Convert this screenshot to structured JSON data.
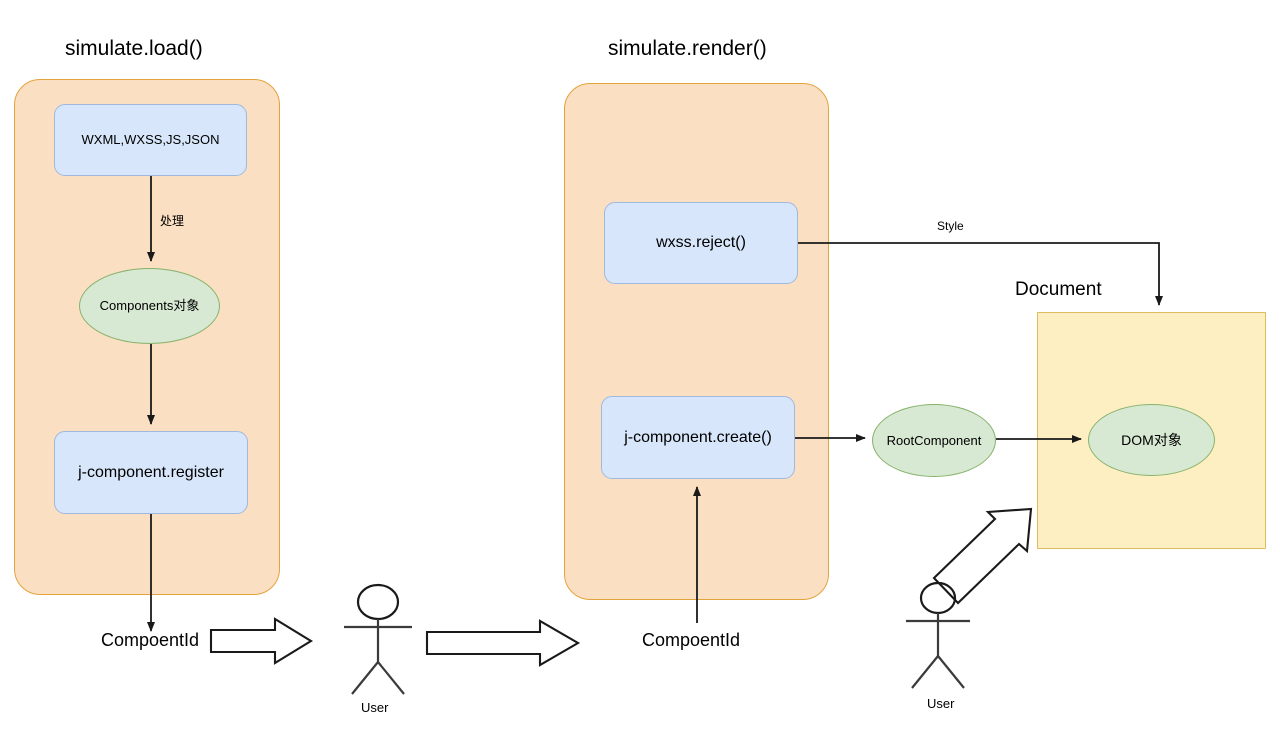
{
  "diagram": {
    "title_left": "simulate.load()",
    "title_right": "simulate.render()",
    "document_label": "Document",
    "style_label": "Style",
    "process_label": "处理",
    "left_panel": {
      "source_box": "WXML,WXSS,JS,JSON",
      "components_ellipse": "Components对象",
      "register_box": "j-component.register",
      "output_label": "CompoentId"
    },
    "right_panel": {
      "wxss_box": "wxss.reject()",
      "create_box": "j-component.create()",
      "input_label": "CompoentId"
    },
    "root_component_ellipse": "RootComponent",
    "dom_ellipse": "DOM对象",
    "actor_left_label": "User",
    "actor_right_label": "User",
    "colors": {
      "panel_fill": "#fbdfc2",
      "panel_stroke": "#e2a33c",
      "process_fill": "#d7e6fa",
      "process_stroke": "#9fb9de",
      "ellipse_fill": "#d7e8d3",
      "ellipse_stroke": "#87b36b",
      "document_fill": "#feefc3",
      "document_stroke": "#dcbc5e",
      "arrow_stroke": "#1a1a1a",
      "text": "#000000"
    }
  }
}
